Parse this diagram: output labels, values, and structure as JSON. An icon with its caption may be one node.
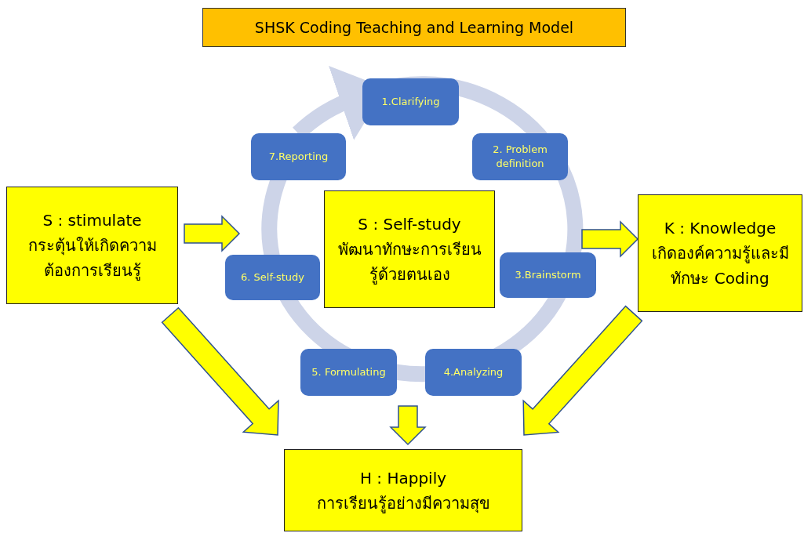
{
  "diagram": {
    "title": "SHSK Coding Teaching and Learning Model",
    "nodes": [
      {
        "text": [
          "S : stimulate",
          "กระตุ้นให้เกิดความต้องการเรียนรู้"
        ]
      },
      {
        "text": [
          "1.Clarifying"
        ]
      },
      {
        "text": [
          "2. Problem definition"
        ]
      },
      {
        "text": [
          "3.Brainstorm"
        ]
      },
      {
        "text": [
          "4.Analyzing"
        ]
      },
      {
        "text": [
          "5. Formulating"
        ]
      },
      {
        "text": [
          "6. Self-study"
        ]
      },
      {
        "text": [
          "7.Reporting"
        ]
      },
      {
        "text": [
          "S : Self-study",
          "พัฒนาทักษะการเรียนรู้ด้วยตนเอง"
        ]
      },
      {
        "text": [
          "K : Knowledge",
          "เกิดองค์ความรู้และมีทักษะ Coding"
        ]
      },
      {
        "text": [
          "H : Happily",
          "การเรียนรู้อย่างมีความสุข"
        ]
      }
    ],
    "edges": [
      {
        "from": 7,
        "to": 1,
        "arrow": "to"
      },
      {
        "from": 0,
        "to": 6,
        "arrow": "to"
      },
      {
        "from": 3,
        "to": 9,
        "arrow": "to"
      },
      {
        "from": 0,
        "to": 10,
        "arrow": "to"
      },
      {
        "from": 9,
        "to": 10,
        "arrow": "to"
      },
      {
        "from": null,
        "to": 10,
        "arrow": "to"
      }
    ]
  }
}
